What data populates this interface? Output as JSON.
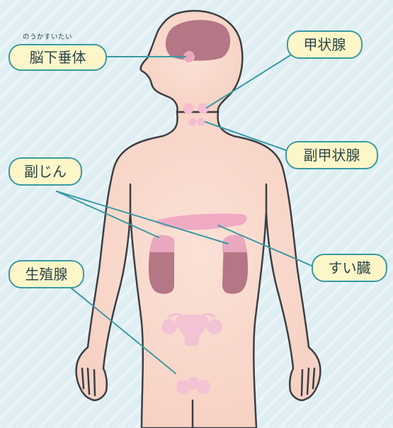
{
  "labels": {
    "pituitary": {
      "text": "脳下垂体",
      "ruby": "のうかすいたい"
    },
    "thyroid": {
      "text": "甲状腺"
    },
    "parathyroid": {
      "text": "副甲状腺"
    },
    "adrenal": {
      "text": "副じん"
    },
    "pancreas": {
      "text": "すい臓"
    },
    "gonads": {
      "text": "生殖腺"
    }
  },
  "colors": {
    "background": "#dfeef2",
    "stripe": "#ffffff",
    "skin": "#f9d8cc",
    "outline": "#3c3f44",
    "organ_dark": "#b57685",
    "organ_pink": "#eaa8bf",
    "gland_light": "#f6c4d4",
    "pointer": "#3a9aa3",
    "label_fill": "#fdf6c9"
  }
}
